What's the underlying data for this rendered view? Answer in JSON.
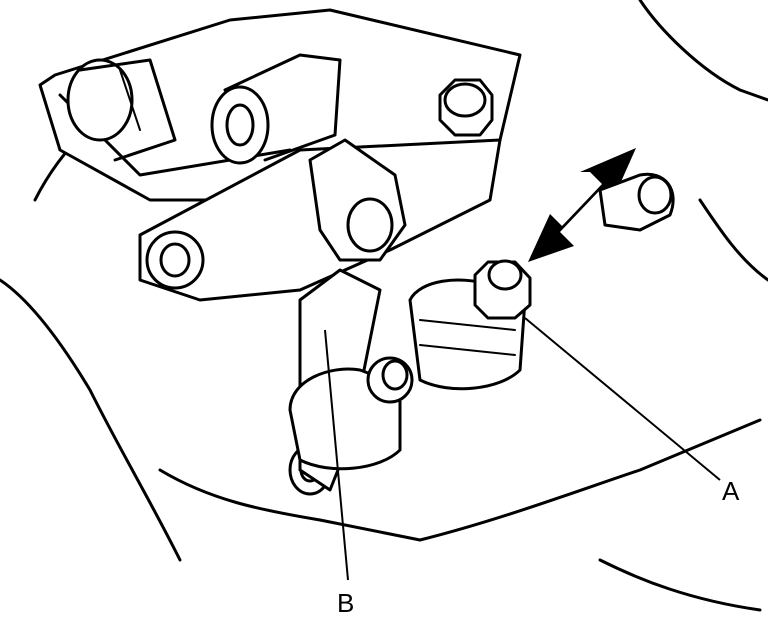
{
  "callouts": [
    {
      "id": "A",
      "label": "A"
    },
    {
      "id": "B",
      "label": "B"
    }
  ],
  "colors": {
    "stroke": "#000000",
    "background": "#ffffff"
  }
}
